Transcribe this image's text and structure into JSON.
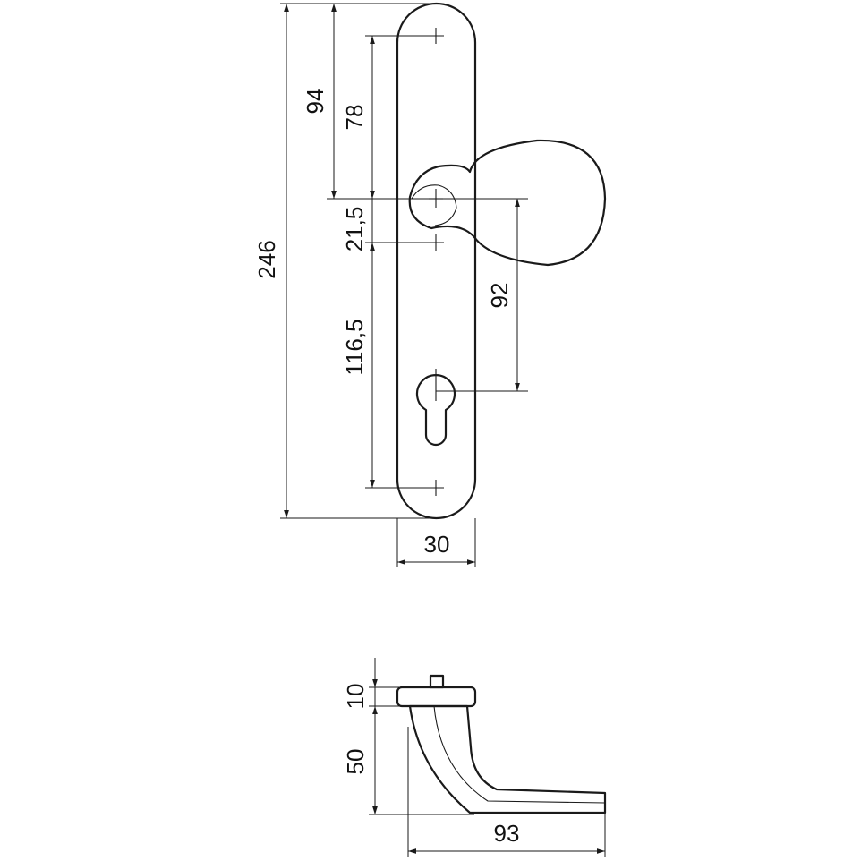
{
  "dimensions": {
    "d246": "246",
    "d94": "94",
    "d78": "78",
    "d21_5": "21,5",
    "d116_5": "116,5",
    "d92": "92",
    "d30": "30",
    "d10": "10",
    "d50": "50",
    "d93": "93"
  }
}
